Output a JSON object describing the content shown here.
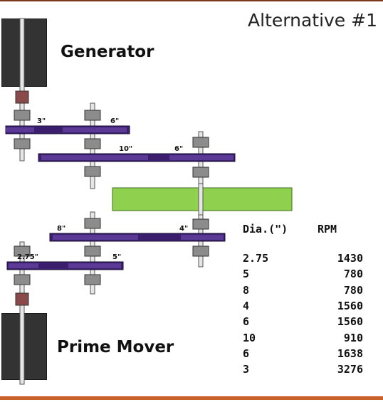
{
  "title": "Alternative #1",
  "generator_label": "Generator",
  "prime_mover_label": "Prime Mover",
  "pulley_labels": {
    "p3": "3\"",
    "p6a": "6\"",
    "p10": "10\"",
    "p6b": "6\"",
    "p8": "8\"",
    "p4": "4\"",
    "p275": "2.75\"",
    "p5": "5\""
  },
  "table": {
    "headers": [
      "Dia.(\")",
      "RPM"
    ],
    "rows": [
      [
        "2.75",
        "1430"
      ],
      [
        "5",
        "780"
      ],
      [
        "8",
        "780"
      ],
      [
        "4",
        "1560"
      ],
      [
        "6",
        "1560"
      ],
      [
        "10",
        "910"
      ],
      [
        "6",
        "1638"
      ],
      [
        "3",
        "3276"
      ]
    ]
  },
  "colors": {
    "machine": "#333333",
    "belt": "#3b1f6e",
    "coupling": "#8b4a4a",
    "bearing": "#8c8c8c",
    "load_block": "#8fd14f",
    "frame_line_top": "#7a3b1c",
    "frame_line_bottom": "#c8602a"
  }
}
